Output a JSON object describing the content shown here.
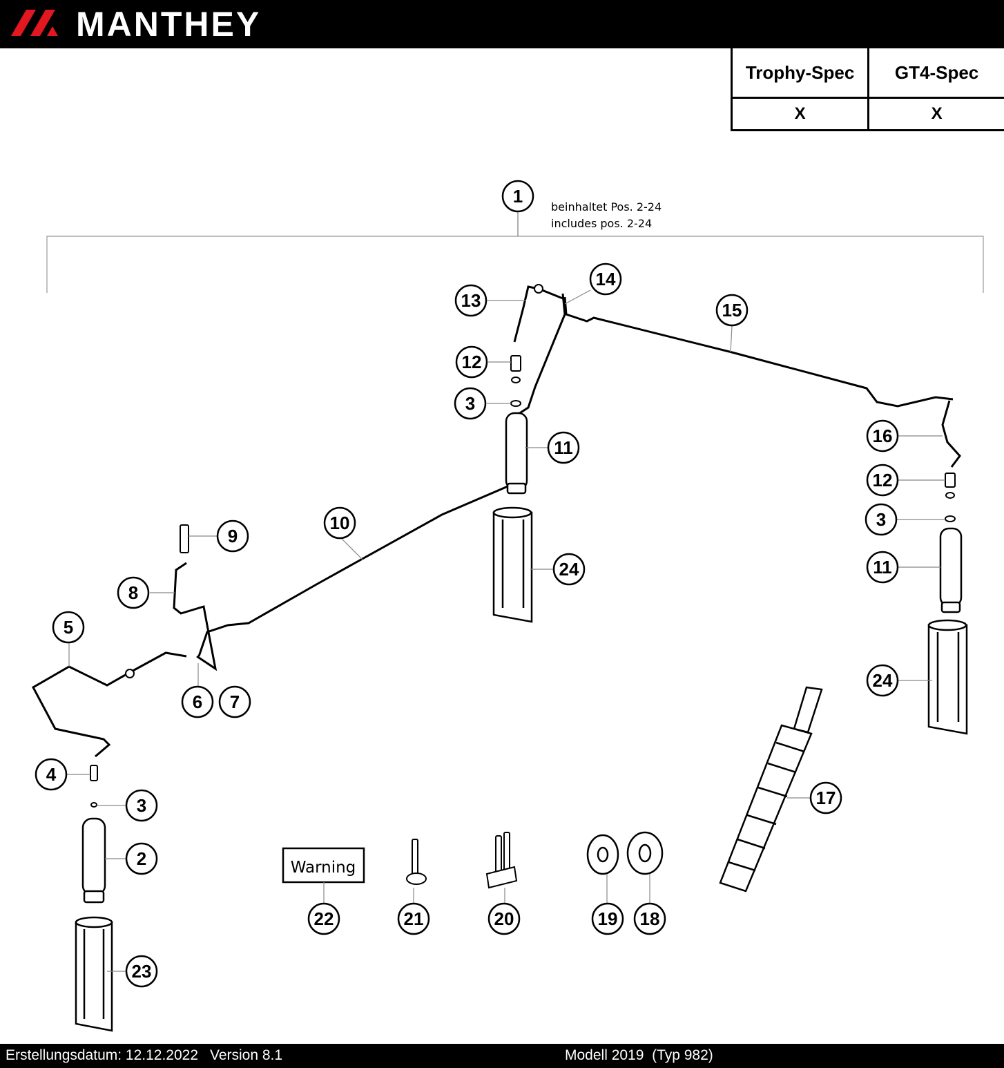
{
  "brand": {
    "name": "MANTHEY",
    "accent_color": "#e2171f"
  },
  "spec_table": {
    "headers": [
      "Trophy-Spec",
      "GT4-Spec"
    ],
    "values": [
      "X",
      "X"
    ]
  },
  "diagram": {
    "note_de": "beinhaltet Pos. 2-24",
    "note_en": "includes pos. 2-24",
    "warning_label": "Warning",
    "callouts": [
      "1",
      "2",
      "3",
      "3",
      "3",
      "4",
      "5",
      "6",
      "7",
      "8",
      "9",
      "10",
      "11",
      "11",
      "12",
      "12",
      "13",
      "14",
      "15",
      "16",
      "17",
      "18",
      "19",
      "20",
      "21",
      "22",
      "23",
      "24",
      "24"
    ]
  },
  "footer": {
    "date": "Erstellungsdatum: 12.12.2022",
    "version": "Version 8.1",
    "model": "Modell 2019  (Typ 982)"
  }
}
